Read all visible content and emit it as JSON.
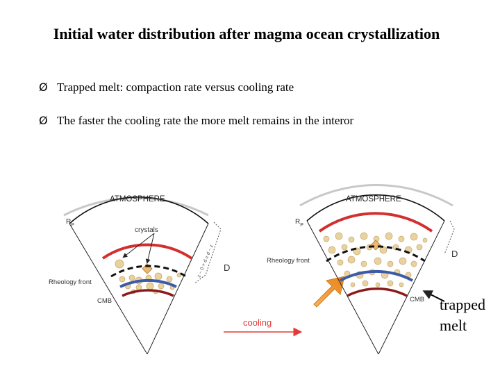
{
  "title": "Initial water distribution after magma ocean crystallization",
  "bullets": [
    "Trapped melt: compaction rate versus cooling rate",
    "The faster the cooling rate the more melt remains in the interor"
  ],
  "bullet_marker": "Ø",
  "left_panel": {
    "atmosphere": "ATMOSPHERE",
    "rp": "R",
    "rp_sub": "P",
    "crystals": "crystals",
    "rheology": "Rheology front",
    "cmb": "CMB",
    "d": "D",
    "depth_ticks": "z ~ 0 > d ≥ d ~ z"
  },
  "right_panel": {
    "atmosphere": "ATMOSPHERE",
    "rp": "R",
    "rp_sub": "P",
    "rheology": "Rheology front",
    "cmb": "CMB",
    "d": "D"
  },
  "cooling_label": "cooling",
  "trapped_melt": "trapped melt",
  "colors": {
    "red_band": "#d32f2f",
    "blue_band": "#3c5aa6",
    "dark_red_band": "#8b1a1a",
    "crystal": "#e8d3a0",
    "arrow_orange": "#f39c32",
    "cooling_red": "#e53935"
  }
}
